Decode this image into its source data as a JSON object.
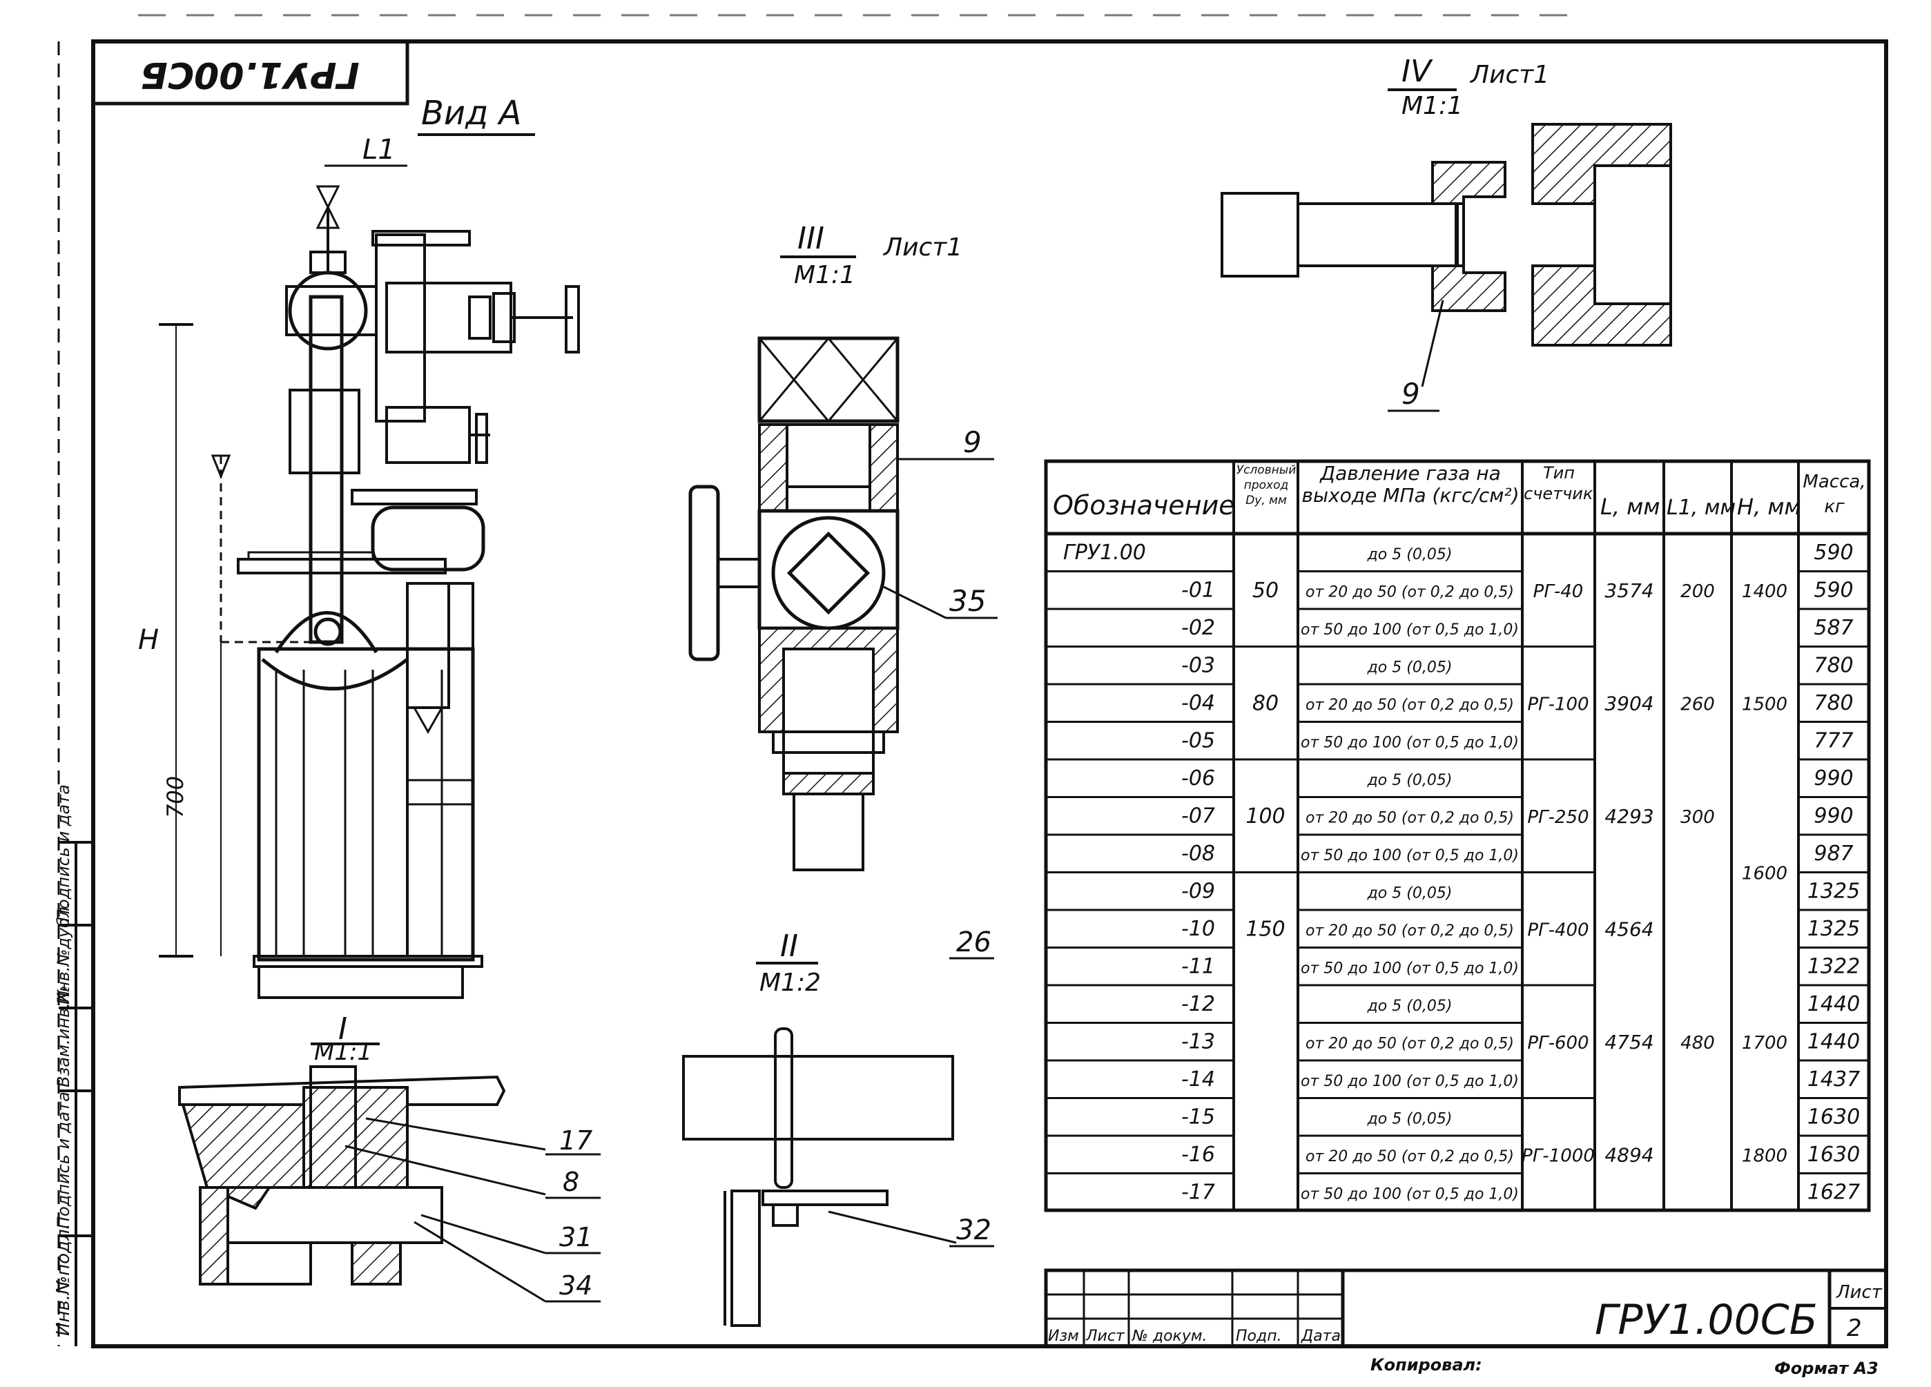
{
  "stamp_code": "ГРУ1.00СБ",
  "view_label": "Вид А",
  "dim_L1": "L1",
  "dim_H": "H",
  "dim_700": "700",
  "section_IV": {
    "numeral": "IV",
    "sheet": "Лист1",
    "scale": "М1:1",
    "callout": "9"
  },
  "section_III": {
    "numeral": "III",
    "sheet": "Лист1",
    "scale": "М1:1",
    "callouts": [
      "9",
      "35"
    ]
  },
  "section_II": {
    "numeral": "II",
    "scale": "М1:2",
    "callouts": [
      "26",
      "32"
    ]
  },
  "section_I": {
    "numeral": "I",
    "scale": "М1:1",
    "callouts": [
      "17",
      "8",
      "31",
      "34"
    ]
  },
  "side_labels": [
    "Инв.№подл.",
    "Подпись и дата",
    "Взам.инв.№",
    "Инв.№дубл.",
    "Подпись и дата"
  ],
  "table": {
    "headers": {
      "designation": "Обозначение",
      "dy": "Условный проход Dу, мм",
      "pressure": "Давление газа на выходе МПа (кгс/см²)",
      "meter": "Тип счетчика",
      "L": "L, мм",
      "L1": "L1, мм",
      "H": "H, мм",
      "mass": "Масса, кг"
    },
    "rows": [
      {
        "designation": "ГРУ1.00",
        "pressure": "до 5 (0,05)",
        "mass": "590"
      },
      {
        "designation": "-01",
        "pressure": "от 20 до 50 (от 0,2 до 0,5)",
        "mass": "590"
      },
      {
        "designation": "-02",
        "pressure": "от 50 до 100 (от 0,5 до 1,0)",
        "mass": "587"
      },
      {
        "designation": "-03",
        "pressure": "до 5 (0,05)",
        "mass": "780"
      },
      {
        "designation": "-04",
        "pressure": "от 20 до 50 (от 0,2 до 0,5)",
        "mass": "780"
      },
      {
        "designation": "-05",
        "pressure": "от 50 до 100 (от 0,5 до 1,0)",
        "mass": "777"
      },
      {
        "designation": "-06",
        "pressure": "до 5 (0,05)",
        "mass": "990"
      },
      {
        "designation": "-07",
        "pressure": "от 20 до 50 (от 0,2 до 0,5)",
        "mass": "990"
      },
      {
        "designation": "-08",
        "pressure": "от 50 до 100 (от 0,5 до 1,0)",
        "mass": "987"
      },
      {
        "designation": "-09",
        "pressure": "до 5 (0,05)",
        "mass": "1325"
      },
      {
        "designation": "-10",
        "pressure": "от 20 до 50 (от 0,2 до 0,5)",
        "mass": "1325"
      },
      {
        "designation": "-11",
        "pressure": "от 50 до 100 (от 0,5 до 1,0)",
        "mass": "1322"
      },
      {
        "designation": "-12",
        "pressure": "до 5 (0,05)",
        "mass": "1440"
      },
      {
        "designation": "-13",
        "pressure": "от 20 до 50 (от 0,2 до 0,5)",
        "mass": "1440"
      },
      {
        "designation": "-14",
        "pressure": "от 50 до 100 (от 0,5 до 1,0)",
        "mass": "1437"
      },
      {
        "designation": "-15",
        "pressure": "до 5 (0,05)",
        "mass": "1630"
      },
      {
        "designation": "-16",
        "pressure": "от 20 до 50 (от 0,2 до 0,5)",
        "mass": "1630"
      },
      {
        "designation": "-17",
        "pressure": "от 50 до 100 (от 0,5 до 1,0)",
        "mass": "1627"
      }
    ],
    "merged": [
      {
        "dy": "50",
        "meter": "РГ-40",
        "L": "3574",
        "L1": "200",
        "H": "1400"
      },
      {
        "dy": "80",
        "meter": "РГ-100",
        "L": "3904",
        "L1": "260",
        "H": "1500"
      },
      {
        "dy": "100",
        "meter": "РГ-250",
        "L": "4293",
        "L1": "300",
        "H": ""
      },
      {
        "dy": "150",
        "meter": "РГ-400",
        "L": "4564",
        "L1": "",
        "H": "1600"
      },
      {
        "dy": "",
        "meter": "РГ-600",
        "L": "4754",
        "L1": "480",
        "H": "1700"
      },
      {
        "dy": "",
        "meter": "РГ-1000",
        "L": "4894",
        "L1": "",
        "H": "1800"
      }
    ]
  },
  "title_block": {
    "designation": "ГРУ1.00СБ",
    "sheet_label": "Лист",
    "sheet_number": "2",
    "columns": [
      "Изм",
      "Лист",
      "№ докум.",
      "Подп.",
      "Дата"
    ],
    "copied_label": "Копировал:",
    "format_label": "Формат А3"
  }
}
